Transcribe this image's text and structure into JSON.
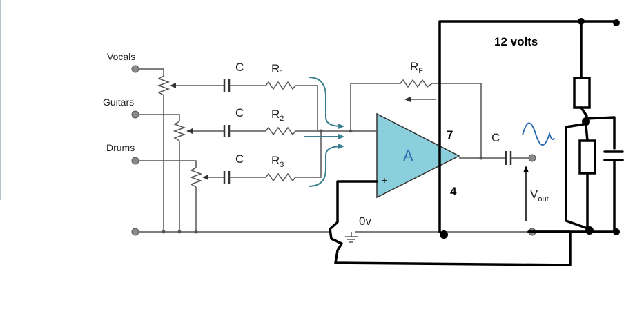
{
  "labels": {
    "vocals": "Vocals",
    "guitars": "Guitars",
    "drums": "Drums",
    "cap": "C",
    "r1": "R",
    "r1_sub": "1",
    "r2": "R",
    "r2_sub": "2",
    "r3": "R",
    "r3_sub": "3",
    "rf": "R",
    "rf_sub": "F",
    "opamp": "A",
    "minus": "-",
    "plus": "+",
    "pin7": "7",
    "pin4": "4",
    "out_cap": "C",
    "vout": "V",
    "vout_sub": "out",
    "ground": "0v",
    "supply": "12 volts"
  },
  "colors": {
    "opamp_fill": "#8ccfdc",
    "opamp_label": "#2a6cb0",
    "accent_arrows": "#3a8090"
  }
}
